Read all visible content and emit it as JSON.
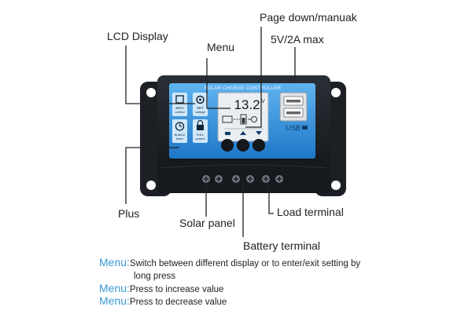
{
  "labels": {
    "lcd_display": "LCD Display",
    "menu": "Menu",
    "page_down": "Page down/manuak",
    "usb_max": "5V/2A max",
    "plus": "Plus",
    "solar_panel": "Solar panel",
    "load_terminal": "Load terminal",
    "battery_terminal": "Battery terminal"
  },
  "device": {
    "panel_title": "SOLAR CHARGE CONTROLLER",
    "lcd_value": "13.2",
    "lcd_unit": "V",
    "usb_label": "USB",
    "icons": [
      {
        "label1": "MCU",
        "label2": "control"
      },
      {
        "label1": "SET",
        "label2": "voltage"
      },
      {
        "label1": "Build-in",
        "label2": "timer"
      },
      {
        "label1": "FULL",
        "label2": "protect"
      }
    ]
  },
  "notes": [
    {
      "key": "Menu:",
      "text": "Switch between different display or to enter/exit setting by",
      "text2": "long press"
    },
    {
      "key": "Menu:",
      "text": "Press to increase value"
    },
    {
      "key": "Menu:",
      "text": "Press to decrease value"
    }
  ],
  "colors": {
    "panel_blue": "#2f8fd8",
    "body_dark": "#1b1f24",
    "accent_text": "#3a9ad6"
  }
}
